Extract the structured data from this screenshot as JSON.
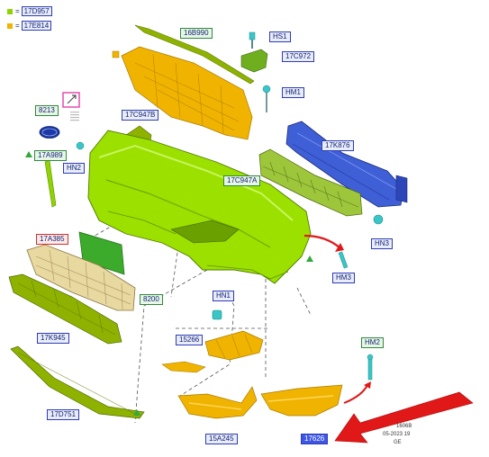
{
  "legend": [
    {
      "color": "#8fd400",
      "code": "17D957"
    },
    {
      "color": "#f0b400",
      "code": "17E814"
    }
  ],
  "labels": {
    "l_16B990": "16B990",
    "l_HS1": "HS1",
    "l_17C972": "17C972",
    "l_HM1": "HM1",
    "l_8213": "8213",
    "l_17C947B": "17C947B",
    "l_HN2": "HN2",
    "l_17A989": "17A989",
    "l_17K876": "17K876",
    "l_17C947A": "17C947A",
    "l_HN3": "HN3",
    "l_17A385": "17A385",
    "l_HM3": "HM3",
    "l_8200": "8200",
    "l_17K945": "17K945",
    "l_HN1": "HN1",
    "l_15266": "15266",
    "l_HM2": "HM2",
    "l_17D751": "17D751",
    "l_15A245": "15A245",
    "l_17626": "17626"
  },
  "footer": {
    "line1": "1606B",
    "line2": "05-2023 19",
    "line3": "GE"
  },
  "colors": {
    "bumper_green": "#8fd400",
    "bracket_yellow": "#f0b400",
    "beam_blue": "#3f5fd6",
    "clip_teal": "#39c6c6",
    "arrow_red": "#e01818"
  }
}
